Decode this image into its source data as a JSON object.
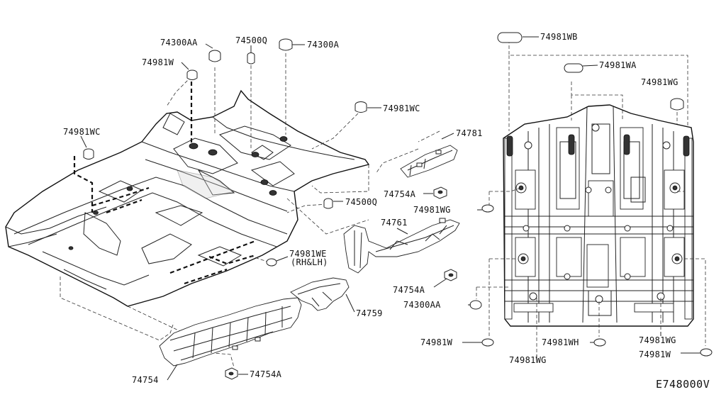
{
  "diagram": {
    "code": "E748000V",
    "labels": {
      "p74300AA_top": "74300AA",
      "p74500Q_top": "74500Q",
      "p74300A": "74300A",
      "p74981W_top": "74981W",
      "p74981WC_right": "74981WC",
      "p74981WC_left": "74981WC",
      "p74781": "74781",
      "p74754A_mid": "74754A",
      "p74500Q_mid": "74500Q",
      "p74761": "74761",
      "p74981WE": "74981WE",
      "p74981WE_sub": "(RH&LH)",
      "p74754A_low": "74754A",
      "p74759": "74759",
      "p74754": "74754",
      "p74754A_bottom": "74754A",
      "p74981WB": "74981WB",
      "p74981WA": "74981WA",
      "p74981WG_top": "74981WG",
      "p74981WG_mid": "74981WG",
      "p74300AA_right": "74300AA",
      "p74981W_left": "74981W",
      "p74981WH": "74981WH",
      "p74981WG_bottom": "74981WG",
      "p74981WG_right": "74981WG",
      "p74981W_right": "74981W"
    }
  }
}
